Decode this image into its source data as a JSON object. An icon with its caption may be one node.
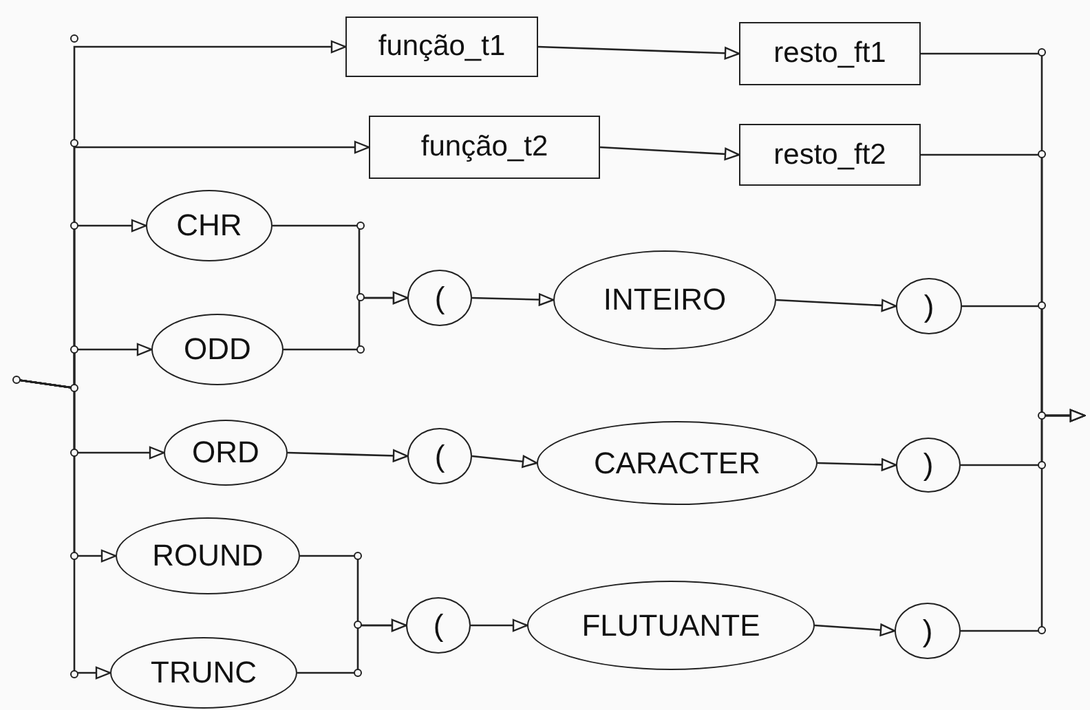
{
  "diagram": {
    "nodes": [
      {
        "text": [
          "função_t1"
        ]
      },
      {
        "text": [
          "resto_ft1"
        ]
      },
      {
        "text": [
          "função_t2"
        ]
      },
      {
        "text": [
          "resto_ft2"
        ]
      },
      {
        "text": [
          "CHR"
        ]
      },
      {
        "text": [
          "ODD"
        ]
      },
      {
        "text": [
          "("
        ]
      },
      {
        "text": [
          "INTEIRO"
        ]
      },
      {
        "text": [
          ")"
        ]
      },
      {
        "text": [
          "ORD"
        ]
      },
      {
        "text": [
          "("
        ]
      },
      {
        "text": [
          "CARACTER"
        ]
      },
      {
        "text": [
          ")"
        ]
      },
      {
        "text": [
          "ROUND"
        ]
      },
      {
        "text": [
          "TRUNC"
        ]
      },
      {
        "text": [
          "("
        ]
      },
      {
        "text": [
          "FLUTUANTE"
        ]
      },
      {
        "text": [
          ")"
        ]
      }
    ],
    "edges": [
      {
        "from": null,
        "to": 0,
        "arrow": "to"
      },
      {
        "from": null,
        "to": 2,
        "arrow": "to"
      },
      {
        "from": null,
        "to": 4,
        "arrow": "to"
      },
      {
        "from": null,
        "to": 5,
        "arrow": "to"
      },
      {
        "from": null,
        "to": 9,
        "arrow": "to"
      },
      {
        "from": null,
        "to": 13,
        "arrow": "to"
      },
      {
        "from": null,
        "to": 14,
        "arrow": "to"
      },
      {
        "from": 0,
        "to": 1,
        "arrow": "to"
      },
      {
        "from": 2,
        "to": 3,
        "arrow": "to"
      },
      {
        "from": 4,
        "to": 6,
        "arrow": "to"
      },
      {
        "from": 5,
        "to": 6,
        "arrow": "to"
      },
      {
        "from": 6,
        "to": 7,
        "arrow": "to"
      },
      {
        "from": 7,
        "to": 8,
        "arrow": "to"
      },
      {
        "from": 9,
        "to": 10,
        "arrow": "to"
      },
      {
        "from": 10,
        "to": 11,
        "arrow": "to"
      },
      {
        "from": 11,
        "to": 12,
        "arrow": "to"
      },
      {
        "from": 13,
        "to": 15,
        "arrow": "to"
      },
      {
        "from": 14,
        "to": 15,
        "arrow": "to"
      },
      {
        "from": 15,
        "to": 16,
        "arrow": "to"
      },
      {
        "from": 16,
        "to": 17,
        "arrow": "to"
      },
      {
        "from": 1,
        "to": null,
        "arrow": "to"
      },
      {
        "from": 3,
        "to": null,
        "arrow": "to"
      },
      {
        "from": 8,
        "to": null,
        "arrow": "to"
      },
      {
        "from": 12,
        "to": null,
        "arrow": "to"
      },
      {
        "from": 17,
        "to": null,
        "arrow": "to"
      }
    ]
  }
}
